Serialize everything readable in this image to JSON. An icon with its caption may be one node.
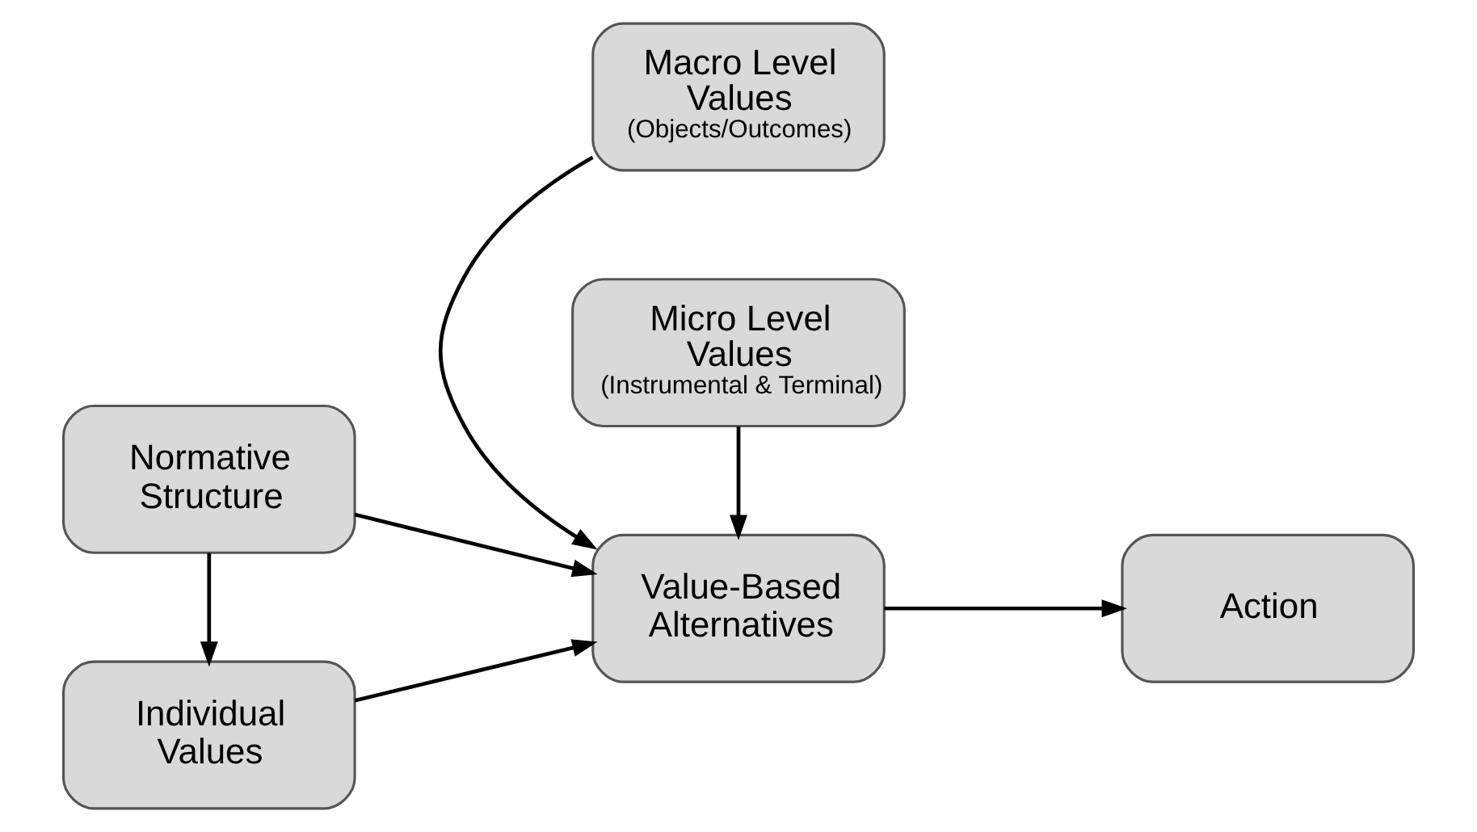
{
  "diagram": {
    "nodes": [
      {
        "text": [
          "Macro Level Values",
          "(Objects/Outcomes)"
        ]
      },
      {
        "text": [
          "Normative Structure"
        ]
      },
      {
        "text": [
          "Value-Based Alternatives"
        ]
      },
      {
        "text": [
          "Action"
        ]
      },
      {
        "text": [
          "Individual Values"
        ]
      },
      {
        "text": [
          "Micro Level Values",
          "(Instrumental & Terminal)"
        ]
      }
    ],
    "edges": [
      {
        "from": 0,
        "to": 2,
        "arrow": "to"
      },
      {
        "from": 1,
        "to": 2,
        "arrow": "to"
      },
      {
        "from": 1,
        "to": 4,
        "arrow": "to"
      },
      {
        "from": 4,
        "to": 2,
        "arrow": "to"
      },
      {
        "from": 2,
        "to": 3,
        "arrow": "to"
      },
      {
        "from": 5,
        "to": 2,
        "arrow": "to"
      }
    ]
  }
}
